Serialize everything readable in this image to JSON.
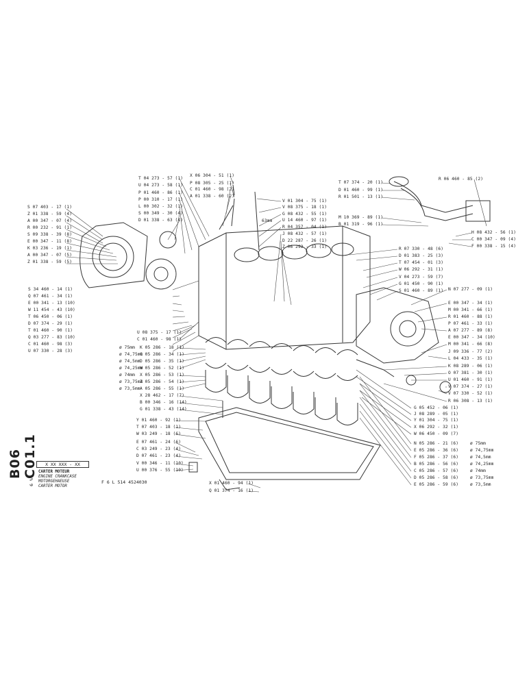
{
  "document": {
    "ref_code": "B06 C01.1",
    "ref_sub": "6 %",
    "doc_code_box": "X XX XXX - XX",
    "title_lines": [
      "CARTER MOTEUR",
      "ENGINE CRANKCASE",
      "MOTORGEHAEUSE",
      "CARTER MOTOR"
    ],
    "model": "F 6 L  514   4524030"
  },
  "labels_left": [
    "S 07 403 - 17 (1)",
    "Z 01 338 - 59 (4)",
    "A 00 347 - 07 (4)",
    "R 00 232 - 91 (1)",
    "S 09 338 - 39 (8)",
    "E 00 347 - 11 (8)",
    "K 03 236 - 19 (1)",
    "A 00 347 - 07 (5)",
    "Z 01 338 - 59 (5)"
  ],
  "labels_top_mid": [
    "T 04 273 - 57 (1)",
    "U 04 273 - 58 (1)",
    "P 01 460 - 86 (1)",
    "P 00 310 - 17 (1)",
    "L 00 302 - 32 (1)",
    "S 00 349 - 30 (4)",
    "D 01 338 - 63 (4)"
  ],
  "labels_top_center": [
    "X 06 304 - 51 (1)",
    "P 08 305 - 25 (1)",
    "C 01 460 - 98 (2)",
    "A 01 338 - 60 (2)"
  ],
  "labels_center": [
    "V 01 304 - 75 (1)",
    "V 08 375 - 18 (1)",
    "G 08 432 - 55 (1)",
    "U 14 460 - 97 (1)",
    "R 04 357 - 04 (1)",
    "J 08 432 - 57 (1)",
    "D 22 287 - 26 (1)",
    "Z 06 292 - 33 (1)"
  ],
  "dim_63": "63mm",
  "labels_top_right": [
    "T 07 374 - 20 (1)",
    "D 01 460 - 99 (1)",
    "R 01 501 - 13 (1)",
    "M 10 369 - 89 (1)",
    "B 01 319 - 96 (1)"
  ],
  "label_r06": "R 06 460 - 85 (2)",
  "labels_far_right_top": [
    "H 08 432 - 56 (1)",
    "C 00 347 - 09 (4)",
    "F 00 338 - 15 (4)"
  ],
  "labels_right_mid": [
    "R 07 330 - 48 (6)",
    "D 01 383 - 25 (3)",
    "T 07 454 - 01 (3)",
    "W 06 292 - 31 (1)",
    "V 04 273 - 59 (7)",
    "G 01 450 - 90 (1)",
    "S 01 460 - 89 (1)"
  ],
  "labels_right_col": [
    "N 07 277 - 09 (1)",
    "E 00 347 - 34 (1)",
    "M 00 341 - 66 (1)",
    "R 01 460 - 88 (1)",
    "P 07 461 - 33 (1)",
    "A 07 277 - 89 (8)",
    "E 00 347 - 34 (10)",
    "M 00 341 - 66 (8)",
    "J 09 336 - 77 (2)",
    "L 04 433 - 35 (1)"
  ],
  "labels_right_lower": [
    "K 08 289 - 06 (1)",
    "O 07 381 - 30 (1)",
    "U 01 460 - 91 (1)",
    "V 07 374 - 27 (1)",
    "V 07 330 - 52 (1)",
    "R 06 308 - 13 (1)"
  ],
  "labels_left_mid": [
    "S 34 460 - 14 (1)",
    "Q 07 461 - 34 (1)",
    "E 00 341 - 13 (10)",
    "W 11 454 - 43 (10)",
    "T 06 450 - 06 (1)",
    "D 07 374 - 29 (1)",
    "T 01 460 - 90 (1)",
    "Q 03 277 - 83 (10)",
    "C 01 460 - 98 (3)",
    "U 07 330 - 28 (3)"
  ],
  "labels_bearing_sizes": [
    "ø 75mm",
    "ø 74,75mm",
    "ø 74,5mm",
    "ø 74,25mm",
    "ø 74mm",
    "ø 73,75mm",
    "ø 73,5mm"
  ],
  "labels_bearing_codes": [
    "K 05 286 - 18 (1)",
    "C 05 286 - 34 (1)",
    "D 05 286 - 35 (1)",
    "W 05 286 - 52 (1)",
    "X 05 286 - 53 (1)",
    "Z 05 286 - 54 (1)",
    "A 05 286 - 55 (1)"
  ],
  "labels_u08": [
    "U 08 375 - 17 (1)",
    "C 01 460 - 98 (1)"
  ],
  "labels_below_bearings": [
    "X 28 462 - 17 (7)",
    "B 00 346 - 16 (14)",
    "G 01 338 - 43 (14)"
  ],
  "labels_bottom_left": [
    "Y 01 460 - 92 (1)",
    "T 07 403 - 18 (1)",
    "W 03 249 - 18 (6)",
    "E 07 461 - 24 (6)",
    "C 03 249 - 23 (4)",
    "D 07 461 - 23 (4)",
    "V 00 346 - 11 (10)",
    "U 00 376 - 55 (10)"
  ],
  "labels_bottom_center": [
    "X 01 460 - 94 (1)",
    "Q 01 374 - 16 (1)"
  ],
  "labels_bottom_right": [
    "G 05 452 - 06 (1)",
    "J 08 289 - 05 (1)",
    "Y 01 304 - 75 (1)",
    "X 06 292 - 32 (1)",
    "W 06 450 - 09 (7)"
  ],
  "labels_bottom_right_bearings": [
    "N 05 286 - 21 (6)",
    "E 05 286 - 36 (6)",
    "F 05 286 - 37 (6)",
    "B 05 286 - 56 (6)",
    "C 05 286 - 57 (6)",
    "D 05 286 - 58 (6)",
    "E 05 286 - 59 (6)"
  ],
  "labels_bottom_right_sizes": [
    "ø 75mm",
    "ø 74,75mm",
    "ø 74,5mm",
    "ø 74,25mm",
    "ø 74mm",
    "ø 73,75mm",
    "ø 73,5mm"
  ]
}
